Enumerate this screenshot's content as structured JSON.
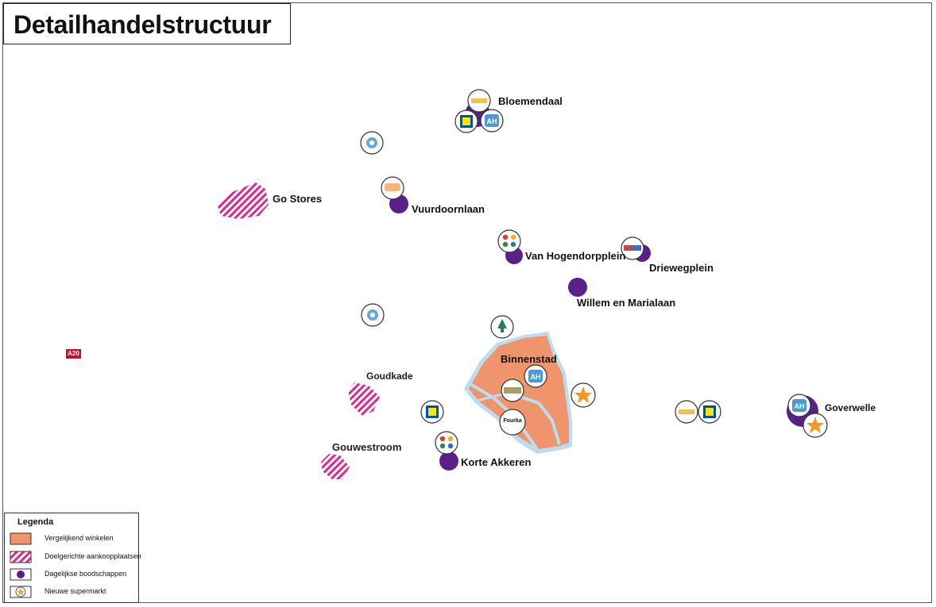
{
  "title": "Detailhandelstructuur",
  "highway_shield": "A20",
  "labels": {
    "bloemendaal": "Bloemendaal",
    "go_stores": "Go Stores",
    "vuurdoornlaan": "Vuurdoornlaan",
    "van_hogendorpplein": "Van Hogendorpplein",
    "driewegplein": "Driewegplein",
    "willem_en_marialaan": "Willem en Marialaan",
    "binnenstad": "Binnenstad",
    "goudkade": "Goudkade",
    "gouwestroom": "Gouwestroom",
    "korte_akkeren": "Korte Akkeren",
    "goverwelle": "Goverwelle",
    "fourka": "Fourka"
  },
  "legend": {
    "title": "Legenda",
    "items": [
      {
        "label": "Vergelijkend winkelen",
        "symbol": "orange-area"
      },
      {
        "label": "Doelgerichte aankoopplaatsen",
        "symbol": "pink-hatch"
      },
      {
        "label": "Dagelijkse boodschappen",
        "symbol": "purple-dot"
      },
      {
        "label": "Nieuwe supermarkt",
        "symbol": "orange-star"
      }
    ]
  },
  "colors": {
    "comparison_shopping": "#f0956b",
    "water": "#bcdcf0",
    "targeted_shopping": "#e0288a",
    "daily_groceries": "#5b1f8a",
    "new_supermarket": "#f39a1e",
    "highway": "#c8102e"
  }
}
